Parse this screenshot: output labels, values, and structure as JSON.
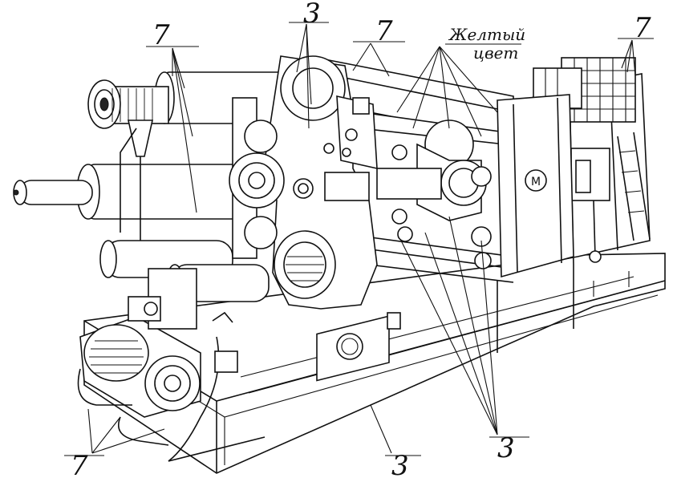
{
  "labels": {
    "seven": "7",
    "three": "3",
    "yellow_caption_line1": "Желтый",
    "yellow_caption_line2": "цвет"
  }
}
